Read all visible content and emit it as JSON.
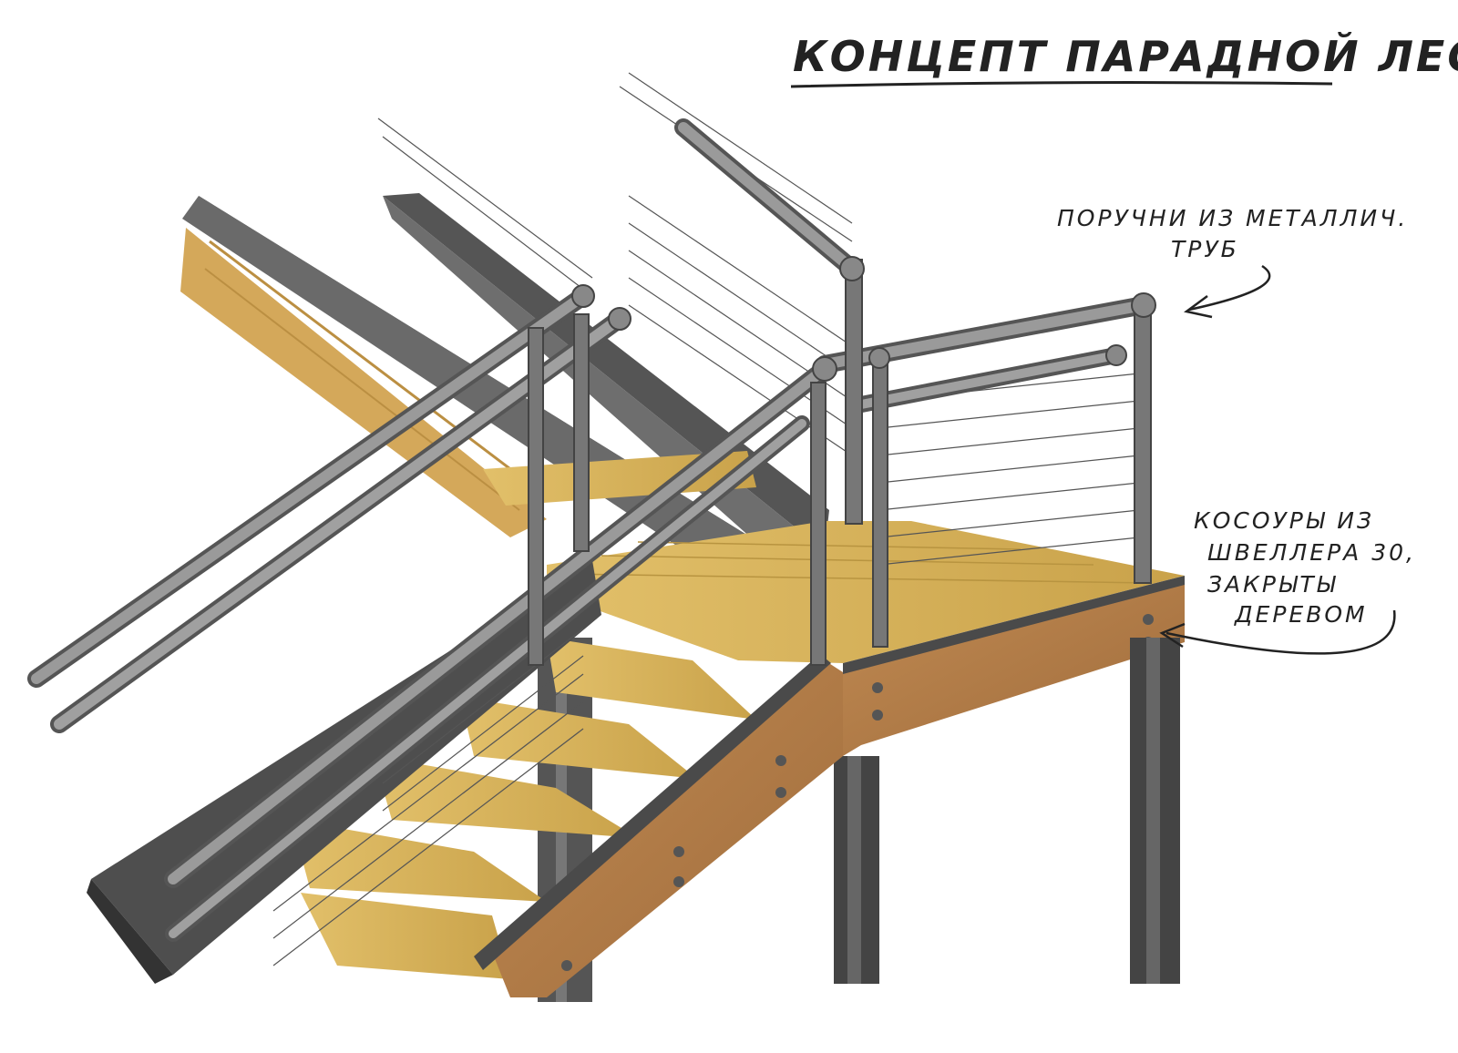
{
  "title": "КОНЦЕПТ ПАРАДНОЙ ЛЕСТНИЦЫ",
  "annotations": {
    "handrails": [
      "ПОРУЧНИ ИЗ МЕТАЛЛИЧ.",
      "ТРУБ"
    ],
    "stringers": [
      "КОСОУРЫ ИЗ",
      "ШВЕЛЛЕРА 30,",
      "ЗАКРЫТЫ",
      "ДЕРЕВОМ"
    ]
  },
  "colors": {
    "ink": "#222222",
    "steel_dark": "#4a4a4a",
    "steel_mid": "#6e6e6e",
    "steel_light": "#9a9a9a",
    "pipe": "#8c8c8c",
    "wood_tread": "#d9b45a",
    "wood_cladding": "#b07a46",
    "cable": "#555555"
  }
}
